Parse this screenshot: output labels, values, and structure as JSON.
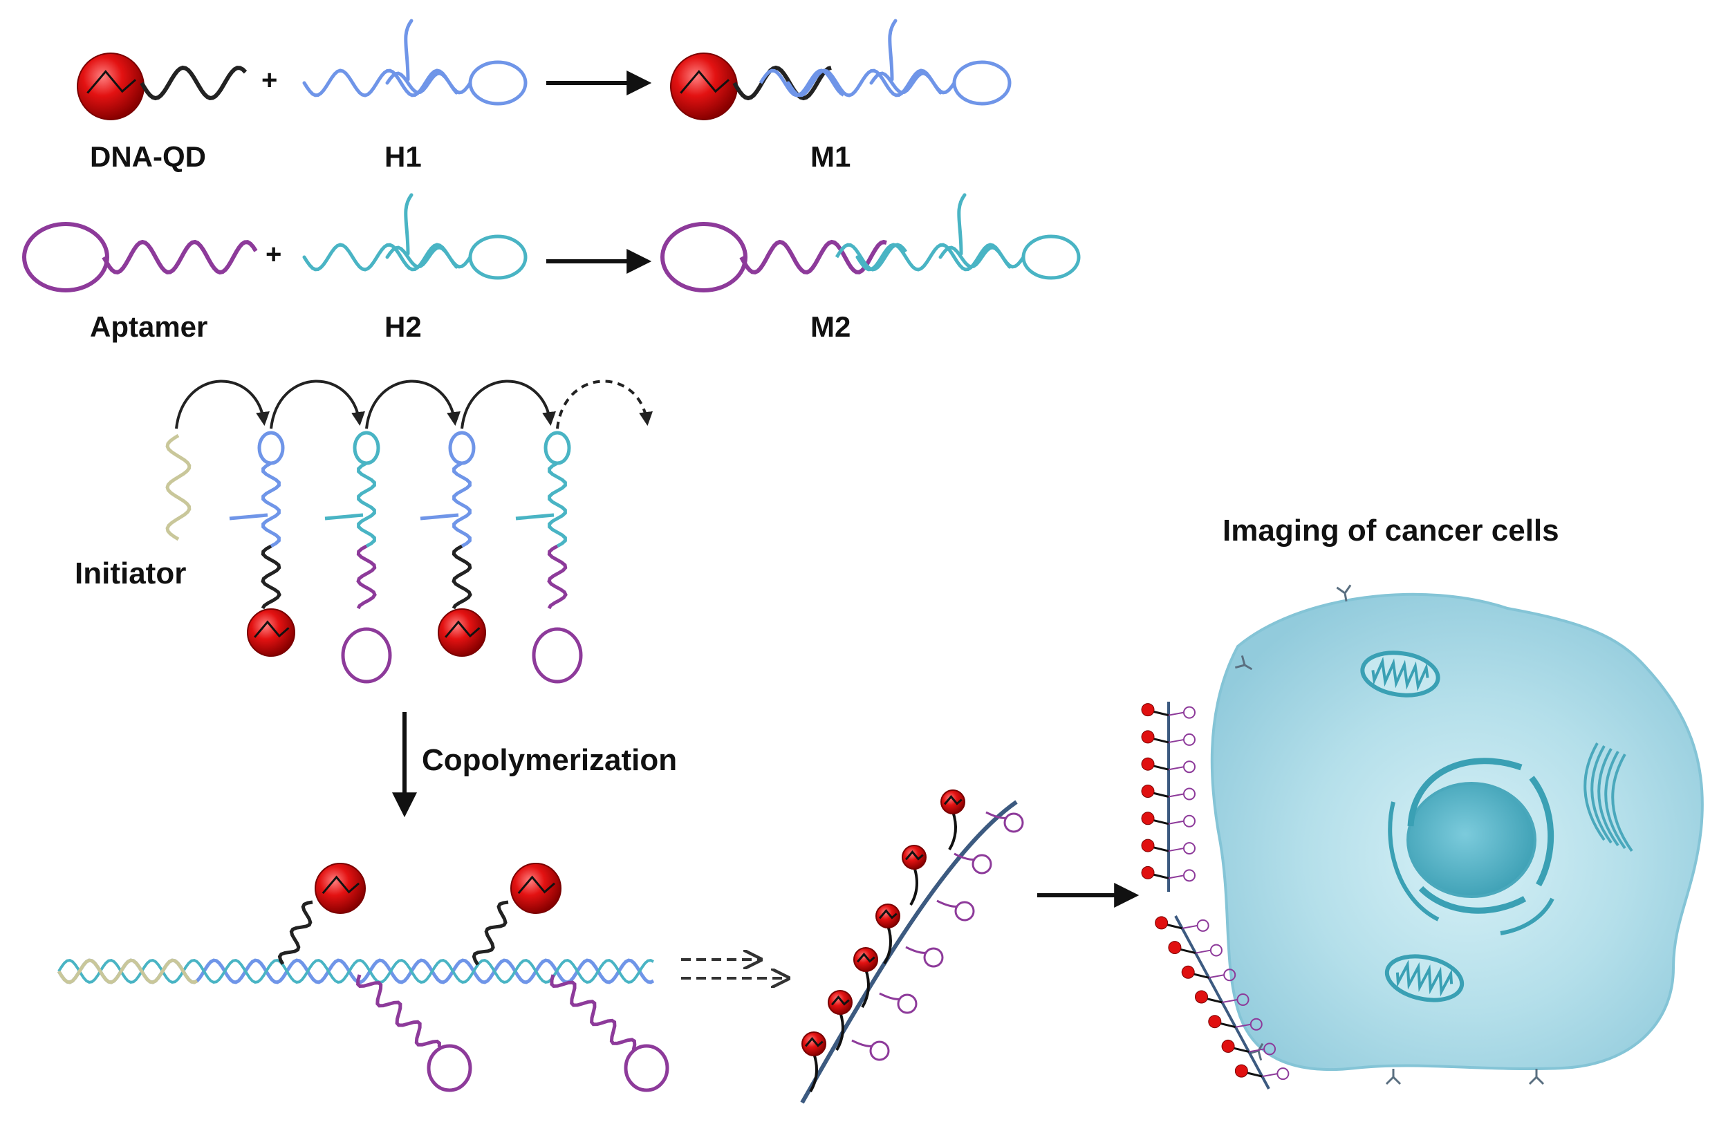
{
  "labels": {
    "dna_qd": "DNA-QD",
    "h1": "H1",
    "m1": "M1",
    "aptamer": "Aptamer",
    "h2": "H2",
    "m2": "M2",
    "initiator": "Initiator",
    "copolymerization": "Copolymerization",
    "imaging": "Imaging of cancer cells",
    "plus": "+"
  },
  "colors": {
    "qd_red": "#e01010",
    "qd_dark": "#8a0000",
    "strand_black": "#222222",
    "h1_blue": "#6f95e8",
    "h2_teal": "#49b4c4",
    "aptamer_purple": "#8d3a9a",
    "initiator_beige": "#c9c79a",
    "backbone_navy": "#3c5a80",
    "cell_fill": "#a9d8e6",
    "cell_edge": "#84c4d6",
    "organelle": "#3aa0b4",
    "receptor": "#5a6f80"
  }
}
